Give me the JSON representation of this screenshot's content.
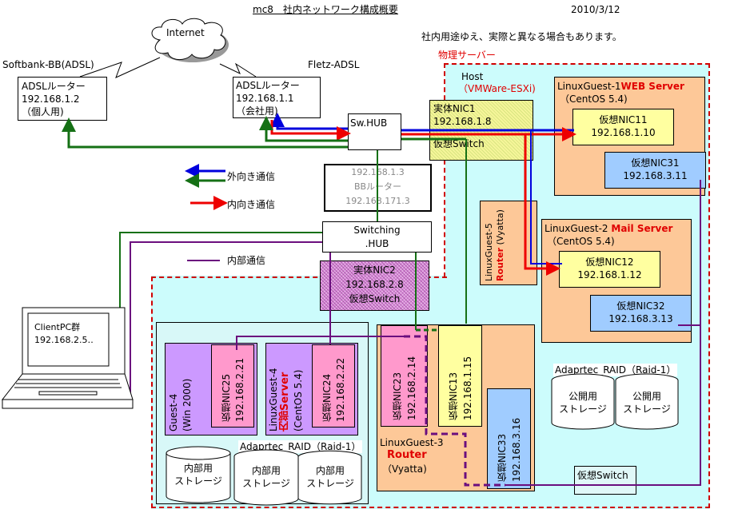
{
  "header": {
    "title": "mc8　社内ネットワーク構成概要",
    "date": "2010/3/12",
    "note": "社内用途ゆえ、実際と異なる場合もあります。"
  },
  "internet": {
    "label": "Internet"
  },
  "isp": {
    "softbank_label": "Softbank-BB(ADSL)",
    "fletz_label": "Fletz-ADSL"
  },
  "routers": {
    "personal": {
      "line1": "ADSLルーター",
      "line2": "192.168.1.2",
      "line3": "（個人用)"
    },
    "company": {
      "line1": "ADSLルーター",
      "line2": "192.168.1.1",
      "line3": "（会社用)"
    }
  },
  "sw_hub": {
    "label": "Sw.HUB"
  },
  "bb_router": {
    "line1": "192.168.1.3",
    "line2": "BBルーター",
    "line3": "192.168.171.3"
  },
  "switching_hub": {
    "line1": "Switching",
    "line2": ".HUB"
  },
  "legend": {
    "outbound": "外向き通信",
    "inbound": "内向き通信",
    "internal": "内部通信",
    "colors": {
      "outbound_blue": "#0000dd",
      "outbound_green": "#157015",
      "inbound_red": "#ee0000",
      "internal_purple": "#6b0e7e"
    }
  },
  "client": {
    "line1": "ClientPC群",
    "line2": "192.168.2.5‥"
  },
  "physical_server": {
    "label": "物理サーバー",
    "host_line1": "Host",
    "host_line2": "（VMWare-ESXi)"
  },
  "nic1": {
    "line1": "実体NIC1",
    "line2": "192.168.1.8",
    "line3": "仮想Switch"
  },
  "nic2": {
    "line1": "実体NIC2",
    "line2": "192.168.2.8",
    "line3": "仮想Switch"
  },
  "guest1": {
    "name": "LinuxGuest-1",
    "role": "WEB Server",
    "os": "（CentOS 5.4)",
    "nics": [
      {
        "name": "仮想NIC11",
        "ip": "192.168.1.10"
      },
      {
        "name": "仮想NIC31",
        "ip": "192.168.3.11"
      }
    ]
  },
  "guest2": {
    "name": "LinuxGuest-2",
    "role": "Mail Server",
    "os": "（CentOS 5.4)",
    "nics": [
      {
        "name": "仮想NIC12",
        "ip": "192.168.1.12"
      },
      {
        "name": "仮想NIC32",
        "ip": "192.168.3.13"
      }
    ]
  },
  "guest5": {
    "name": "LinuxGuest-5",
    "role": "Router",
    "os": "(Vyatta)"
  },
  "guest3": {
    "name": "LinuxGuest-3",
    "role": "Router",
    "os": "（Vyatta)",
    "nics": [
      {
        "name": "仮想NIC23",
        "ip": "192.168.2.14"
      },
      {
        "name": "仮想NIC13",
        "ip": "192.168.1.15"
      },
      {
        "name": "仮想NIC33",
        "ip": "192.168.3.16"
      }
    ]
  },
  "guest4_win": {
    "name": "Guest-4",
    "os": "(Win 2000)",
    "nic": {
      "name": "仮想NIC25",
      "ip": "192.168.2.21"
    }
  },
  "guest4_linux": {
    "name": "LinuxGuest-4",
    "role": "内部Server",
    "os": "(CentOS 5.4)",
    "nic": {
      "name": "仮想NIC24",
      "ip": "192.168.2.22"
    }
  },
  "internal_raid": {
    "label": "Adaprtec_RAID（Raid-1）",
    "disks": [
      {
        "line1": "内部用",
        "line2": "ストレージ"
      },
      {
        "line1": "内部用",
        "line2": "ストレージ"
      },
      {
        "line1": "内部用",
        "line2": "ストレージ"
      }
    ]
  },
  "public_raid": {
    "label": "Adaprtec_RAID（Raid-1）",
    "disks": [
      {
        "line1": "公開用",
        "line2": "ストレージ"
      },
      {
        "line1": "公開用",
        "line2": "ストレージ"
      }
    ]
  },
  "virtual_switch3": {
    "label": "仮想Switch"
  }
}
